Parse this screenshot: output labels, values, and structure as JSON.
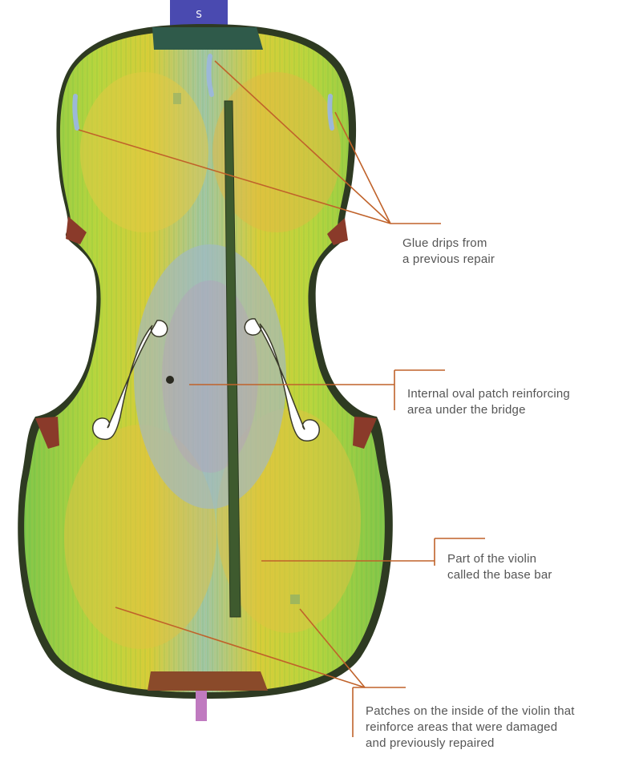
{
  "colors": {
    "leader": "#c0622a",
    "body_green": "#a8d24a",
    "body_yellow": "#d9cf3a",
    "body_orange": "#e09a3a",
    "patch_blue": "#8fb4c8",
    "outline": "#3a3a2a",
    "text": "#555555"
  },
  "neck_letter": "S",
  "annotations": [
    {
      "id": "glue-drips",
      "lines": [
        "Glue drips from",
        "a previous repair"
      ]
    },
    {
      "id": "oval-patch",
      "lines": [
        "Internal oval patch reinforcing",
        "area under the bridge"
      ]
    },
    {
      "id": "bass-bar",
      "lines": [
        "Part of the violin",
        "called the base bar"
      ]
    },
    {
      "id": "patches",
      "lines": [
        "Patches on the inside of the violin that",
        "reinforce areas that were damaged",
        "and previously repaired"
      ]
    }
  ]
}
